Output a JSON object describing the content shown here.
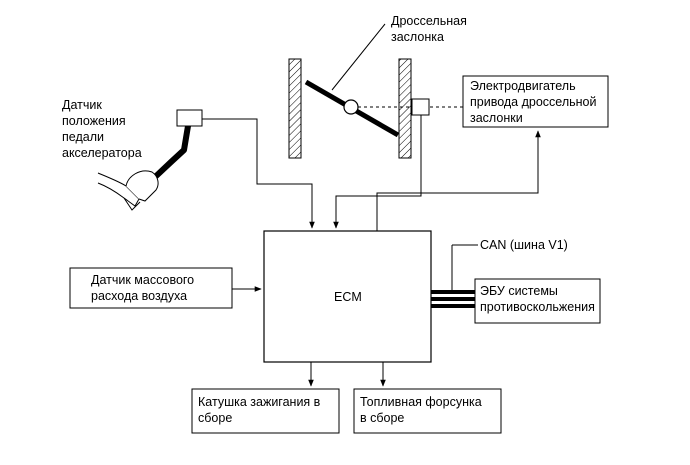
{
  "labels": {
    "throttle_valve": [
      "Дроссельная",
      "заслонка"
    ],
    "pedal_sensor": [
      "Датчик",
      "положения",
      "педали",
      "акселератора"
    ],
    "throttle_motor": [
      "Электродвигатель",
      "привода дроссельной",
      "заслонки"
    ],
    "maf_sensor": [
      "Датчик массового",
      "расхода воздуха"
    ],
    "ecm": "ECM",
    "can_bus": "CAN (шина V1)",
    "abs_ecu": [
      "ЭБУ системы",
      "противоскольжения"
    ],
    "ignition_coil": [
      "Катушка зажигания в",
      "сборе"
    ],
    "fuel_injector": [
      "Топливная форсунка",
      "в сборе"
    ]
  }
}
